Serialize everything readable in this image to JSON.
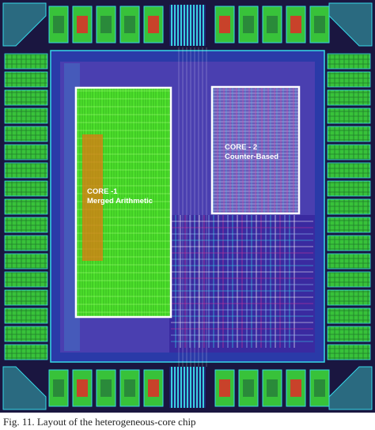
{
  "figure": {
    "core1": {
      "name": "CORE -1",
      "desc": "Merged Arithmetic"
    },
    "core2": {
      "name": "CORE - 2",
      "desc": "Counter-Based"
    },
    "colors": {
      "chip_bg": "#1a1640",
      "ring_blue": "#2a3aa8",
      "core_area": "#4a3fb0",
      "pad_green": "#38c23a",
      "pad_red": "#c8422a",
      "core1_fill": "#4ee02c",
      "core1_hot": "#e07a10",
      "core2_fill": "#7a6ec4",
      "outline": "#ffffff",
      "route_cyan": "#36d8e8",
      "route_pink": "#d0349a"
    }
  },
  "caption": {
    "text": "Fig. 11.  Layout of the heterogeneous-core chip"
  }
}
